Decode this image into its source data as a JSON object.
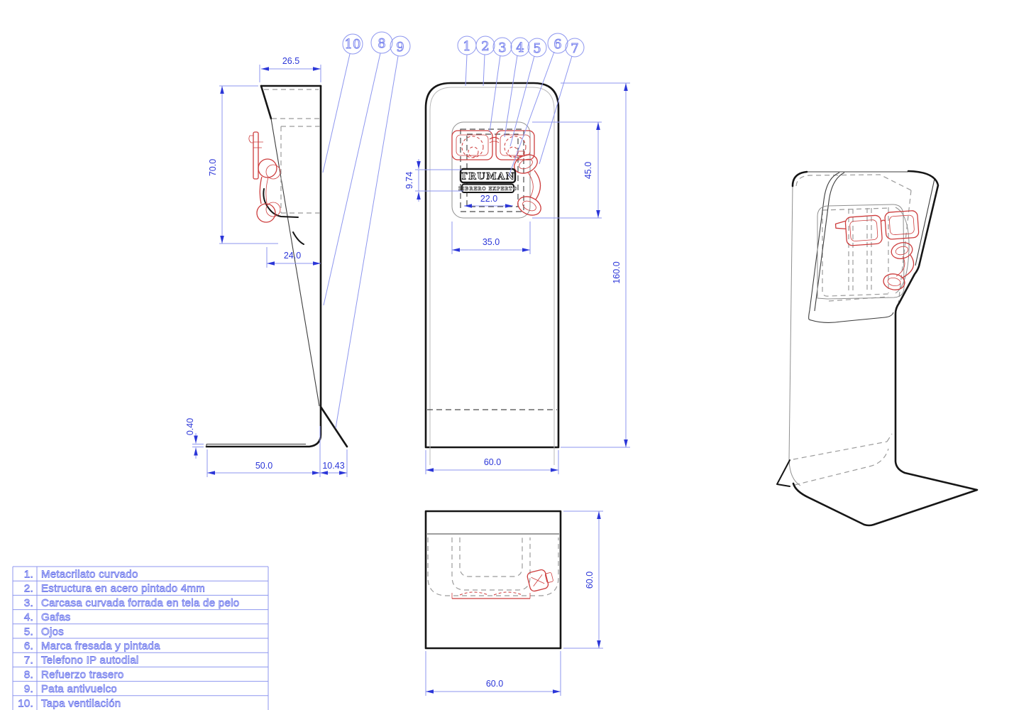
{
  "palette": {
    "outline": "#161616",
    "thin_line": "#3c3c3c",
    "hidden_dash_dark": "#4a4a4a",
    "hidden_dash_gray": "#9b9b9b",
    "accent_red": "#cd3c3c",
    "dimension_line": "#8d96ef",
    "dimension_text": "#2b36d8",
    "balloon_outline": "#7f89ee",
    "table_border": "#8d96ef",
    "table_text_outline": "#757fed"
  },
  "logo": {
    "line1": "TRUMAN",
    "line2": "LIBRERO EXPERTO"
  },
  "dims": {
    "side_top_width": "26.5",
    "side_height": "70.0",
    "side_depth": "24.0",
    "base_thickness": "0.40",
    "base_length": "50.0",
    "leg_length": "10.43",
    "panel_height": "45.0",
    "logo_height": "9.74",
    "logo_width": "22.0",
    "panel_width": "35.0",
    "total_height": "160.0",
    "front_width": "60.0",
    "plan_depth": "60.0",
    "plan_width": "60.0"
  },
  "balloons": {
    "left": [
      {
        "label": "10"
      },
      {
        "label": "8"
      },
      {
        "label": "9"
      }
    ],
    "top": [
      {
        "label": "1"
      },
      {
        "label": "2"
      },
      {
        "label": "3"
      },
      {
        "label": "4"
      },
      {
        "label": "5"
      },
      {
        "label": "6"
      },
      {
        "label": "7"
      }
    ]
  },
  "parts": {
    "items": [
      {
        "num": "1.",
        "label": "Metacrilato curvado"
      },
      {
        "num": "2.",
        "label": "Estructura en acero pintado 4mm"
      },
      {
        "num": "3.",
        "label": "Carcasa curvada forrada en tela de pelo"
      },
      {
        "num": "4.",
        "label": "Gafas"
      },
      {
        "num": "5.",
        "label": "Ojos"
      },
      {
        "num": "6.",
        "label": "Marca fresada y pintada"
      },
      {
        "num": "7.",
        "label": "Telefono IP autodial"
      },
      {
        "num": "8.",
        "label": "Refuerzo trasero"
      },
      {
        "num": "9.",
        "label": "Pata antivuelco"
      },
      {
        "num": "10.",
        "label": "Tapa ventilación"
      }
    ]
  }
}
